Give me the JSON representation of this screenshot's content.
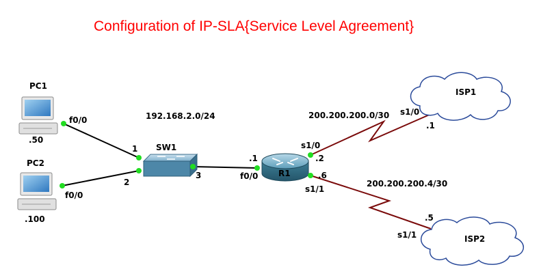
{
  "title": "Configuration of IP-SLA{Service Level Agreement}",
  "colors": {
    "title": "#ff0000",
    "lan_link": "#000000",
    "wan_link": "#7a0a0a",
    "port": "#22dd22",
    "cloud_fill": "#ffffff",
    "cloud_stroke": "#2a4a9a",
    "router_body": "#3e7f96",
    "switch_body": "#4d87a8"
  },
  "nodes": {
    "pc1": {
      "name": "PC1",
      "port": "f0/0",
      "ip": ".50"
    },
    "pc2": {
      "name": "PC2",
      "port": "f0/0",
      "ip": ".100"
    },
    "sw1": {
      "name": "SW1",
      "port_pc1": "1",
      "port_pc2": "2",
      "port_r1": "3"
    },
    "r1": {
      "name": "R1",
      "lan_port": "f0/0",
      "lan_ip": ".1",
      "wan1_port": "s1/0",
      "wan1_ip": ".2",
      "wan2_port": "s1/1",
      "wan2_ip": ".6"
    },
    "isp1": {
      "name": "ISP1",
      "port": "s1/0",
      "ip": ".1"
    },
    "isp2": {
      "name": "ISP2",
      "port": "s1/1",
      "ip": ".5"
    }
  },
  "networks": {
    "lan": "192.168.2.0/24",
    "wan1": "200.200.200.0/30",
    "wan2": "200.200.200.4/30"
  }
}
